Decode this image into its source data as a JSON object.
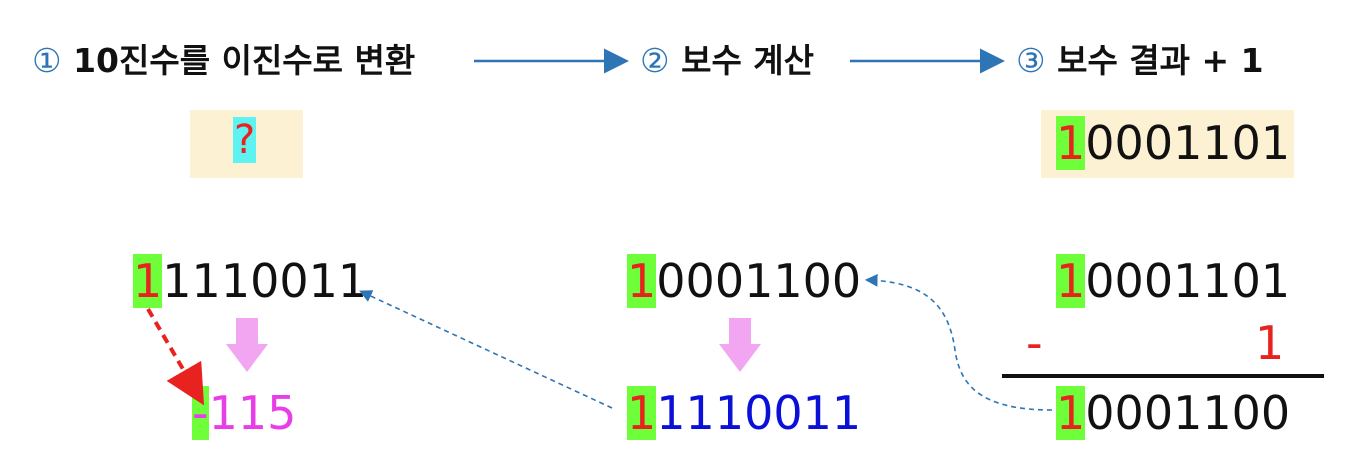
{
  "steps": [
    {
      "num": "①",
      "label": "10진수를 이진수로 변환"
    },
    {
      "num": "②",
      "label": "보수 계산"
    },
    {
      "num": "③",
      "label": "보수 결과 + 1"
    }
  ],
  "step1": {
    "question": "?",
    "binary_first": "1",
    "binary_rest": "1110011",
    "decimal_sign": "-",
    "decimal_value": "115"
  },
  "step2": {
    "top_first": "1",
    "top_rest": "0001100",
    "bottom_first": "1",
    "bottom_rest": "1110011"
  },
  "step3": {
    "result_first": "1",
    "result_rest": "0001101",
    "minuend_first": "1",
    "minuend_rest": "0001101",
    "minus_sign": "-",
    "subtrahend": "1",
    "difference_first": "1",
    "difference_rest": "0001100"
  },
  "colors": {
    "accent_blue": "#2e75b6",
    "highlight_green": "#6fff3a",
    "digit_red": "#e8231f",
    "box_beige": "#fdf1d4",
    "arrow_pink": "#f2a6f2"
  }
}
